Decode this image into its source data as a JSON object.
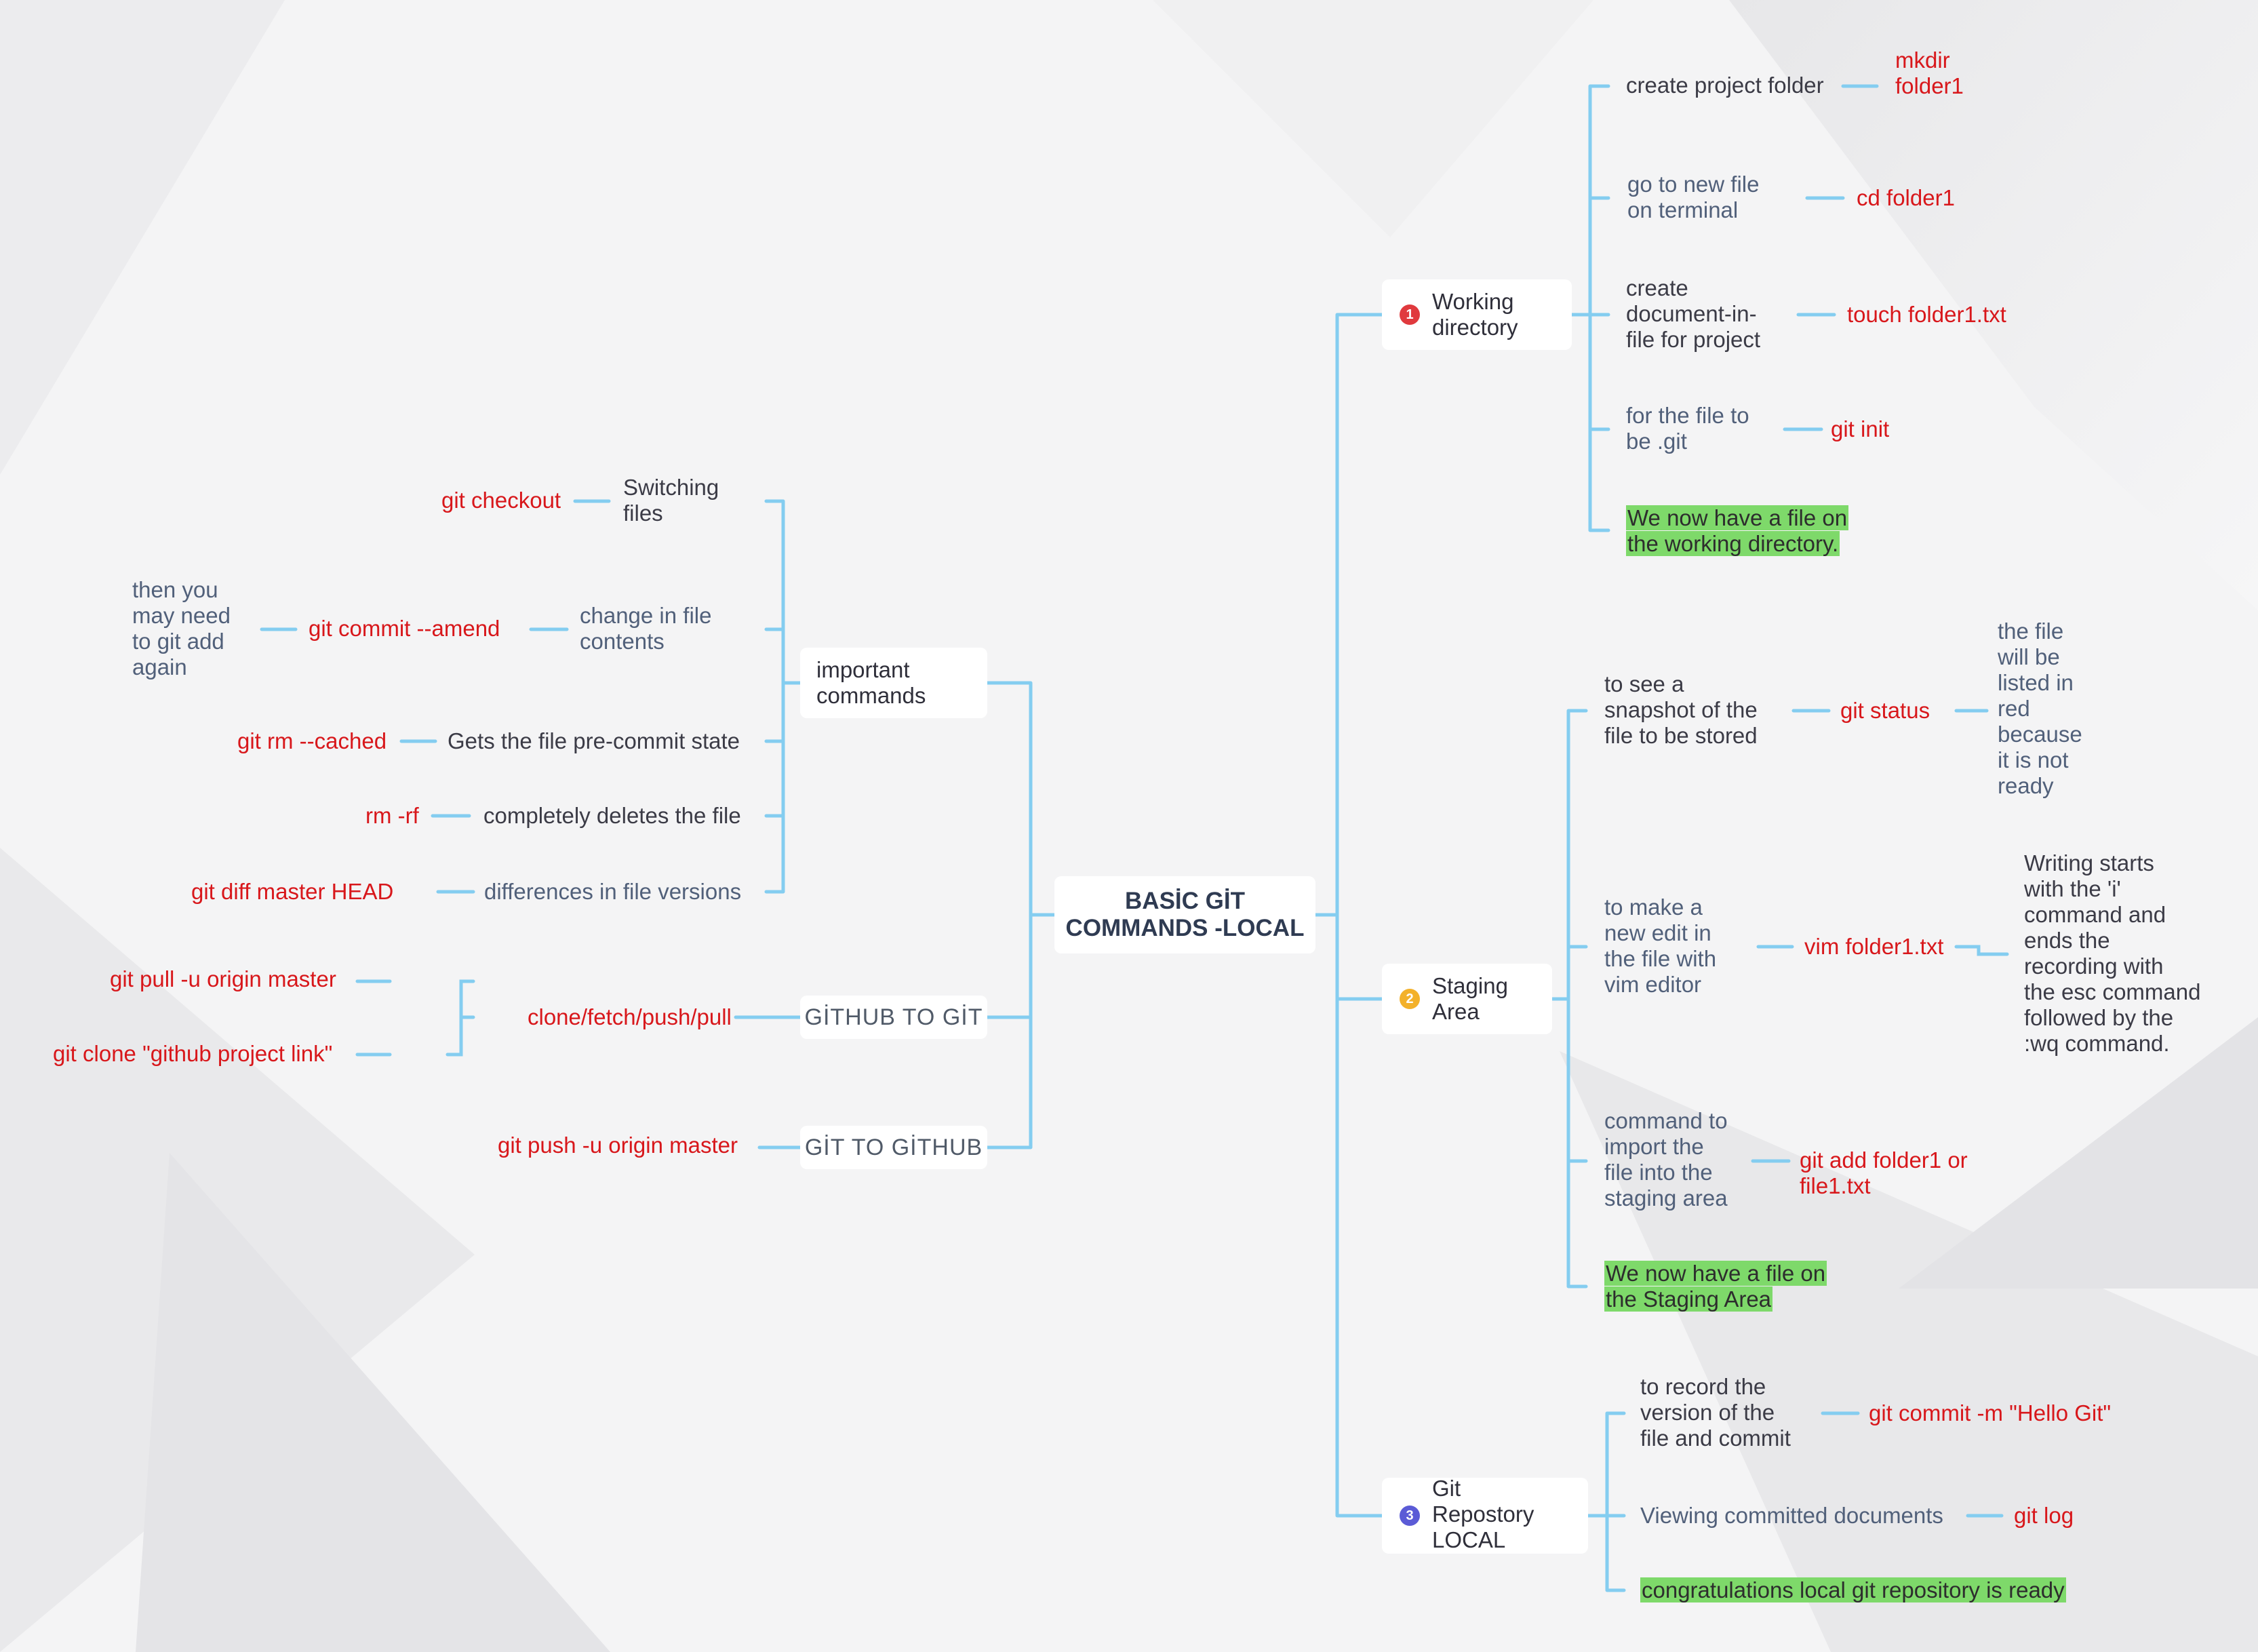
{
  "colors": {
    "connector": "#84cdf0",
    "command_text": "#d8171b",
    "highlight": "#7ed96a",
    "badge_1": "#e03a3e",
    "badge_2": "#f3b12a",
    "badge_3": "#5b5bd6"
  },
  "root": {
    "title": "BASİC GİT\nCOMMANDS -LOCAL"
  },
  "working_directory": {
    "badge": "1",
    "label": "Working\ndirectory",
    "steps": [
      {
        "text": "create project folder",
        "command": "mkdir\nfolder1"
      },
      {
        "text": "go to new file\non terminal",
        "command": "cd folder1"
      },
      {
        "text": "create\ndocument-in-\nfile for project",
        "command": "touch folder1.txt"
      },
      {
        "text": "for the file to\nbe .git",
        "command": "git init"
      }
    ],
    "result": "We now have a file on\nthe working directory."
  },
  "staging_area": {
    "badge": "2",
    "label": "Staging\nArea",
    "steps": [
      {
        "text": "to see a\nsnapshot of the\nfile to be stored",
        "command": "git status",
        "note": "the file\nwill be\nlisted in\nred\nbecause\nit is not\nready"
      },
      {
        "text": "to make a\nnew edit in\nthe file with\nvim editor",
        "command": "vim folder1.txt",
        "note": "Writing starts\nwith the 'i'\ncommand and\nends the\nrecording with\nthe esc command\nfollowed by the\n:wq command."
      },
      {
        "text": "command to\nimport the\nfile into the\nstaging area",
        "command": "git add folder1 or\nfile1.txt"
      }
    ],
    "result": "We now have a file on\nthe Staging Area"
  },
  "git_repository": {
    "badge": "3",
    "label": "Git\nRepostory\nLOCAL",
    "steps": [
      {
        "text": "to record the\nversion of the\nfile and commit",
        "command": "git commit -m \"Hello Git\""
      },
      {
        "text": "Viewing committed documents",
        "command": "git log"
      }
    ],
    "result": "congratulations local git repository is ready"
  },
  "important_commands": {
    "label": "important\ncommands",
    "items": [
      {
        "text": "Switching\nfiles",
        "command": "git checkout"
      },
      {
        "text": "change in file\ncontents",
        "command": "git commit --amend",
        "note": "then you\nmay need\nto git add\nagain"
      },
      {
        "text": "Gets the file pre-commit state",
        "command": "git rm --cached"
      },
      {
        "text": "completely deletes the file",
        "command": "rm -rf"
      },
      {
        "text": "differences in file versions",
        "command": "git diff master HEAD"
      }
    ]
  },
  "github_to_git": {
    "label": "GİTHUB TO GİT",
    "command": "clone/fetch/push/pull",
    "subcommands": [
      "git pull -u origin master",
      "git clone \"github project link\""
    ]
  },
  "git_to_github": {
    "label": "GİT TO GİTHUB",
    "command": "git push -u origin master"
  }
}
